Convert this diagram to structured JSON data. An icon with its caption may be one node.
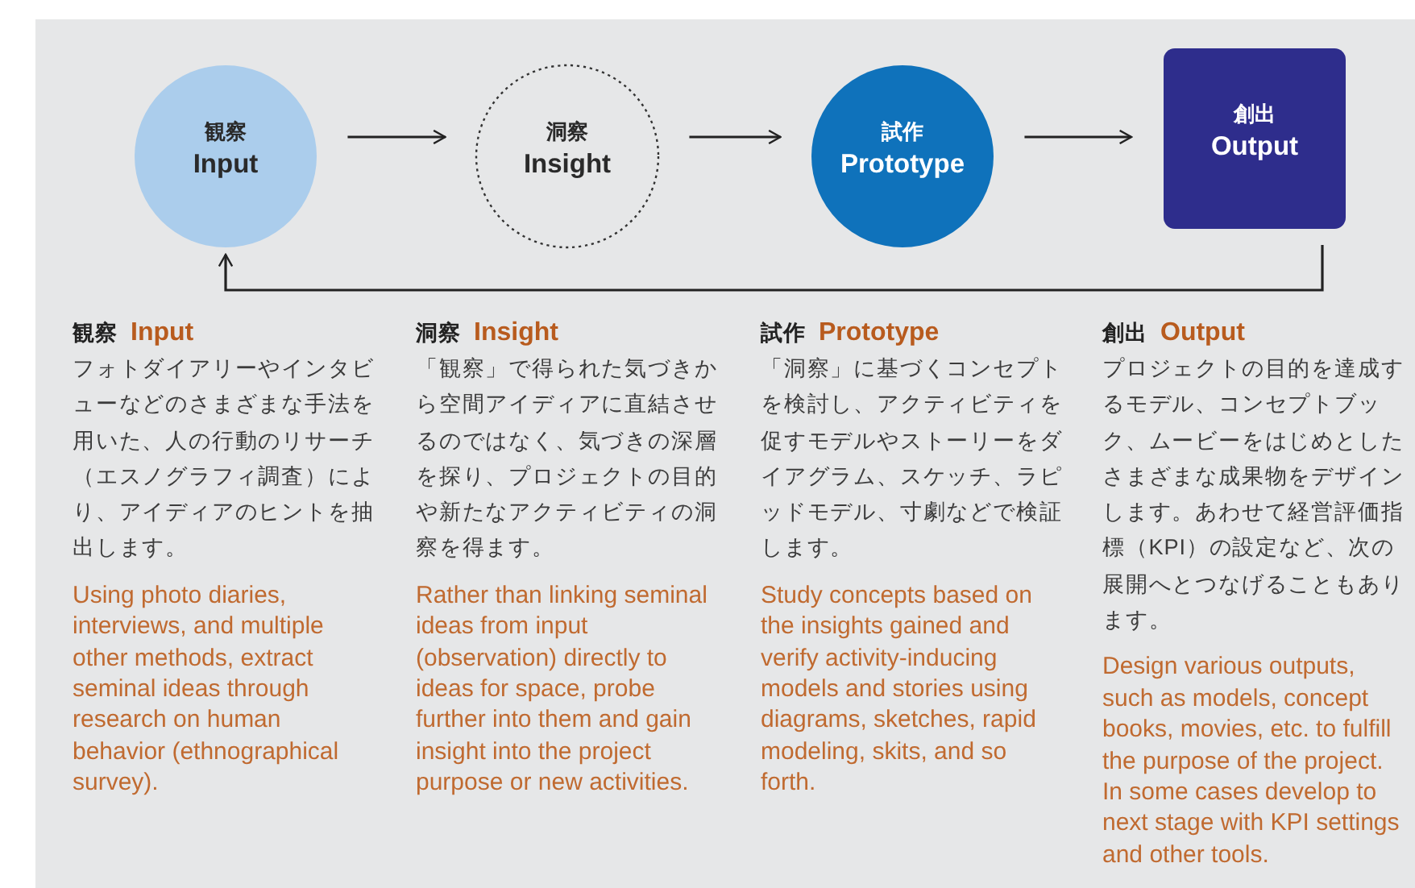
{
  "diagram": {
    "nodes": [
      {
        "text": [
          "観察",
          "Input"
        ]
      },
      {
        "text": [
          "洞察",
          "Insight"
        ]
      },
      {
        "text": [
          "試作",
          "Prototype"
        ]
      },
      {
        "text": [
          "創出",
          "Output"
        ]
      }
    ],
    "edges": [
      {
        "from": 0,
        "to": 1,
        "arrow": "to"
      },
      {
        "from": 1,
        "to": 2,
        "arrow": "to"
      },
      {
        "from": 2,
        "to": 3,
        "arrow": "to"
      },
      {
        "from": 3,
        "to": 0,
        "arrow": "to"
      }
    ],
    "labels": [
      "観察",
      "Input",
      "フォトダイアリーやインタビューなどのさまざまな手法を用いた、人の行動のリサーチ（エスノグラフィ調査）により、アイディアのヒントを抽出します。",
      "Using photo diaries, interviews, and multiple other methods, extract seminal ideas through research on human behavior (ethnographical survey).",
      "洞察",
      "Insight",
      "「観察」で得られた気づきから空間アイディアに直結させるのではなく、気づきの深層を探り、プロジェクトの目的や新たなアクティビティの洞察を得ます。",
      "Rather than linking seminal ideas from input (observation) directly to ideas for space, probe further into them and gain insight into the project purpose or new activities.",
      "試作",
      "Prototype",
      "「洞察」に基づくコンセプトを検討し、アクティビティを促すモデルやストーリーをダイアグラム、スケッチ、ラピッドモデル、寸劇などで検証します。",
      "Study concepts based on the insights gained and verify activity-inducing models and stories using diagrams, sketches, rapid modeling, skits, and so forth.",
      "創出",
      "Output",
      "プロジェクトの目的を達成するモデル、コンセプトブック、ムービーをはじめとしたさまざまな成果物をデザインします。あわせて経営評価指標（KPI）の設定など、次の展開へとつなげることもあります。",
      "Design various outputs, such as models, concept books, movies, etc. to fulfill the purpose of the project. In some cases develop to next stage with KPI settings and other tools."
    ]
  }
}
